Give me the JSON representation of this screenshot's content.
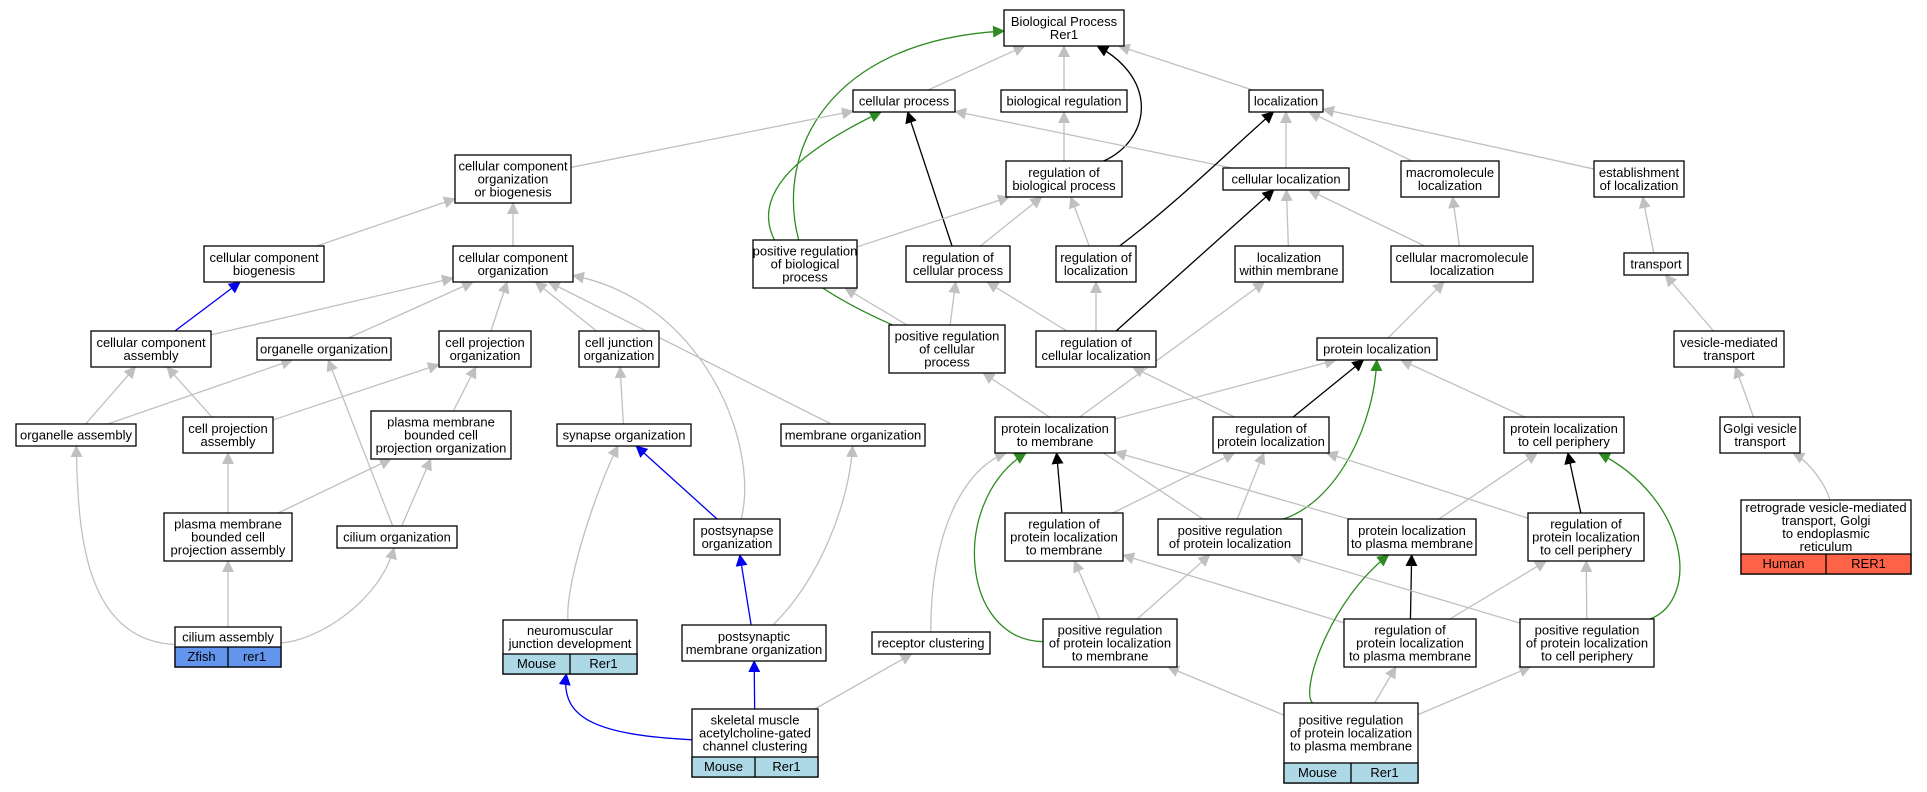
{
  "colors": {
    "edge_is_a": "#c0c0c0",
    "edge_regulates": "#000000",
    "edge_positive": "#2e8b22",
    "edge_part_of": "#0000ee",
    "zfish": "#6495ed",
    "mouse": "#add8e6",
    "human": "#ff6347"
  },
  "nodes": [
    {
      "id": "bp_root",
      "lines": [
        "Biological Process",
        "Rer1"
      ]
    },
    {
      "id": "cellular_process",
      "lines": [
        "cellular process"
      ]
    },
    {
      "id": "biological_regulation",
      "lines": [
        "biological regulation"
      ]
    },
    {
      "id": "localization",
      "lines": [
        "localization"
      ]
    },
    {
      "id": "cco_or_biogenesis",
      "lines": [
        "cellular component",
        "organization",
        "or biogenesis"
      ]
    },
    {
      "id": "regulation_bp",
      "lines": [
        "regulation of",
        "biological process"
      ]
    },
    {
      "id": "cellular_localization",
      "lines": [
        "cellular localization"
      ]
    },
    {
      "id": "macromolecule_localization",
      "lines": [
        "macromolecule",
        "localization"
      ]
    },
    {
      "id": "establishment_localization",
      "lines": [
        "establishment",
        "of localization"
      ]
    },
    {
      "id": "cc_biogenesis",
      "lines": [
        "cellular component",
        "biogenesis"
      ]
    },
    {
      "id": "cc_organization",
      "lines": [
        "cellular component",
        "organization"
      ]
    },
    {
      "id": "pos_reg_bp",
      "lines": [
        "positive regulation",
        "of biological",
        "process"
      ]
    },
    {
      "id": "reg_cellular_process",
      "lines": [
        "regulation of",
        "cellular process"
      ]
    },
    {
      "id": "reg_localization",
      "lines": [
        "regulation of",
        "localization"
      ]
    },
    {
      "id": "loc_within_membrane",
      "lines": [
        "localization",
        "within membrane"
      ]
    },
    {
      "id": "cellular_macromolecule_loc",
      "lines": [
        "cellular macromolecule",
        "localization"
      ]
    },
    {
      "id": "transport",
      "lines": [
        "transport"
      ]
    },
    {
      "id": "cc_assembly",
      "lines": [
        "cellular component",
        "assembly"
      ]
    },
    {
      "id": "organelle_organization",
      "lines": [
        "organelle organization"
      ]
    },
    {
      "id": "cell_projection_org",
      "lines": [
        "cell projection",
        "organization"
      ]
    },
    {
      "id": "cell_junction_org",
      "lines": [
        "cell junction",
        "organization"
      ]
    },
    {
      "id": "pos_reg_cellular_process",
      "lines": [
        "positive regulation",
        "of cellular",
        "process"
      ]
    },
    {
      "id": "reg_cellular_localization",
      "lines": [
        "regulation of",
        "cellular localization"
      ]
    },
    {
      "id": "protein_localization",
      "lines": [
        "protein localization"
      ]
    },
    {
      "id": "vesicle_mediated_transport",
      "lines": [
        "vesicle-mediated",
        "transport"
      ]
    },
    {
      "id": "organelle_assembly",
      "lines": [
        "organelle assembly"
      ]
    },
    {
      "id": "cell_projection_assembly",
      "lines": [
        "cell projection",
        "assembly"
      ]
    },
    {
      "id": "pm_bounded_cell_projection_org",
      "lines": [
        "plasma membrane",
        "bounded cell",
        "projection organization"
      ]
    },
    {
      "id": "synapse_organization",
      "lines": [
        "synapse organization"
      ]
    },
    {
      "id": "membrane_organization",
      "lines": [
        "membrane organization"
      ]
    },
    {
      "id": "protein_loc_to_membrane",
      "lines": [
        "protein localization",
        "to membrane"
      ]
    },
    {
      "id": "reg_protein_localization",
      "lines": [
        "regulation of",
        "protein localization"
      ]
    },
    {
      "id": "protein_loc_cell_periphery",
      "lines": [
        "protein localization",
        "to cell periphery"
      ]
    },
    {
      "id": "golgi_vesicle_transport",
      "lines": [
        "Golgi vesicle",
        "transport"
      ]
    },
    {
      "id": "pm_bounded_cell_projection_assembly",
      "lines": [
        "plasma membrane",
        "bounded cell",
        "projection assembly"
      ]
    },
    {
      "id": "cilium_organization",
      "lines": [
        "cilium organization"
      ]
    },
    {
      "id": "postsynapse_organization",
      "lines": [
        "postsynapse",
        "organization"
      ]
    },
    {
      "id": "reg_protein_loc_membrane",
      "lines": [
        "regulation of",
        "protein localization",
        "to membrane"
      ]
    },
    {
      "id": "pos_reg_protein_localization",
      "lines": [
        "positive regulation",
        "of protein localization"
      ]
    },
    {
      "id": "protein_loc_plasma_membrane",
      "lines": [
        "protein localization",
        "to plasma membrane"
      ]
    },
    {
      "id": "reg_protein_loc_cell_periphery",
      "lines": [
        "regulation of",
        "protein localization",
        "to cell periphery"
      ]
    },
    {
      "id": "retrograde_golgi_er",
      "lines": [
        "retrograde vesicle-mediated",
        "transport, Golgi",
        "to endoplasmic",
        "reticulum"
      ],
      "tags": [
        {
          "species": "Human",
          "gene": "RER1",
          "color": "#ff6347"
        }
      ]
    },
    {
      "id": "cilium_assembly",
      "lines": [
        "cilium assembly"
      ],
      "tags": [
        {
          "species": "Zfish",
          "gene": "rer1",
          "color": "#6495ed"
        }
      ]
    },
    {
      "id": "nmj_development",
      "lines": [
        "neuromuscular",
        "junction development"
      ],
      "tags": [
        {
          "species": "Mouse",
          "gene": "Rer1",
          "color": "#add8e6"
        }
      ]
    },
    {
      "id": "postsynaptic_membrane_org",
      "lines": [
        "postsynaptic",
        "membrane organization"
      ]
    },
    {
      "id": "receptor_clustering",
      "lines": [
        "receptor clustering"
      ]
    },
    {
      "id": "pos_reg_protein_loc_membrane",
      "lines": [
        "positive regulation",
        "of protein localization",
        "to membrane"
      ]
    },
    {
      "id": "reg_protein_loc_plasma_membrane",
      "lines": [
        "regulation of",
        "protein localization",
        "to plasma membrane"
      ]
    },
    {
      "id": "pos_reg_protein_loc_cell_periphery",
      "lines": [
        "positive regulation",
        "of protein localization",
        "to cell periphery"
      ]
    },
    {
      "id": "skeletal_muscle_achr_clustering",
      "lines": [
        "skeletal muscle",
        "acetylcholine-gated",
        "channel clustering"
      ],
      "tags": [
        {
          "species": "Mouse",
          "gene": "Rer1",
          "color": "#add8e6"
        }
      ]
    },
    {
      "id": "pos_reg_protein_loc_plasma_membrane",
      "lines": [
        "positive regulation",
        "of protein localization",
        "to plasma membrane"
      ],
      "tags": [
        {
          "species": "Mouse",
          "gene": "Rer1",
          "color": "#add8e6"
        }
      ]
    }
  ],
  "edges": [
    {
      "from": "cellular_process",
      "to": "bp_root",
      "type": "is_a"
    },
    {
      "from": "biological_regulation",
      "to": "bp_root",
      "type": "is_a"
    },
    {
      "from": "localization",
      "to": "bp_root",
      "type": "is_a"
    },
    {
      "from": "regulation_bp",
      "to": "bp_root",
      "type": "regulates"
    },
    {
      "from": "pos_reg_bp",
      "to": "bp_root",
      "type": "positive"
    },
    {
      "from": "cco_or_biogenesis",
      "to": "cellular_process",
      "type": "is_a"
    },
    {
      "from": "cellular_localization",
      "to": "cellular_process",
      "type": "is_a"
    },
    {
      "from": "reg_cellular_process",
      "to": "cellular_process",
      "type": "regulates"
    },
    {
      "from": "pos_reg_cellular_process",
      "to": "cellular_process",
      "type": "positive"
    },
    {
      "from": "regulation_bp",
      "to": "biological_regulation",
      "type": "is_a"
    },
    {
      "from": "cellular_localization",
      "to": "localization",
      "type": "is_a"
    },
    {
      "from": "macromolecule_localization",
      "to": "localization",
      "type": "is_a"
    },
    {
      "from": "establishment_localization",
      "to": "localization",
      "type": "is_a"
    },
    {
      "from": "reg_localization",
      "to": "localization",
      "type": "regulates"
    },
    {
      "from": "cc_organization",
      "to": "cco_or_biogenesis",
      "type": "is_a"
    },
    {
      "from": "cc_biogenesis",
      "to": "cco_or_biogenesis",
      "type": "is_a"
    },
    {
      "from": "pos_reg_bp",
      "to": "regulation_bp",
      "type": "is_a"
    },
    {
      "from": "reg_cellular_process",
      "to": "regulation_bp",
      "type": "is_a"
    },
    {
      "from": "reg_localization",
      "to": "regulation_bp",
      "type": "is_a"
    },
    {
      "from": "loc_within_membrane",
      "to": "cellular_localization",
      "type": "is_a"
    },
    {
      "from": "cellular_macromolecule_loc",
      "to": "cellular_localization",
      "type": "is_a"
    },
    {
      "from": "reg_cellular_localization",
      "to": "cellular_localization",
      "type": "regulates"
    },
    {
      "from": "cellular_macromolecule_loc",
      "to": "macromolecule_localization",
      "type": "is_a"
    },
    {
      "from": "transport",
      "to": "establishment_localization",
      "type": "is_a"
    },
    {
      "from": "cc_assembly",
      "to": "cc_biogenesis",
      "type": "part_of"
    },
    {
      "from": "cc_assembly",
      "to": "cc_organization",
      "type": "is_a"
    },
    {
      "from": "organelle_organization",
      "to": "cc_organization",
      "type": "is_a"
    },
    {
      "from": "cell_projection_org",
      "to": "cc_organization",
      "type": "is_a"
    },
    {
      "from": "cell_junction_org",
      "to": "cc_organization",
      "type": "is_a"
    },
    {
      "from": "membrane_organization",
      "to": "cc_organization",
      "type": "is_a"
    },
    {
      "from": "postsynapse_organization",
      "to": "cc_organization",
      "type": "is_a"
    },
    {
      "from": "pos_reg_cellular_process",
      "to": "pos_reg_bp",
      "type": "is_a"
    },
    {
      "from": "pos_reg_cellular_process",
      "to": "reg_cellular_process",
      "type": "is_a"
    },
    {
      "from": "reg_cellular_localization",
      "to": "reg_cellular_process",
      "type": "is_a"
    },
    {
      "from": "reg_cellular_localization",
      "to": "reg_localization",
      "type": "is_a"
    },
    {
      "from": "protein_loc_to_membrane",
      "to": "loc_within_membrane",
      "type": "is_a"
    },
    {
      "from": "protein_localization",
      "to": "cellular_macromolecule_loc",
      "type": "is_a"
    },
    {
      "from": "vesicle_mediated_transport",
      "to": "transport",
      "type": "is_a"
    },
    {
      "from": "organelle_assembly",
      "to": "cc_assembly",
      "type": "is_a"
    },
    {
      "from": "cell_projection_assembly",
      "to": "cc_assembly",
      "type": "is_a"
    },
    {
      "from": "organelle_assembly",
      "to": "organelle_organization",
      "type": "is_a"
    },
    {
      "from": "cilium_organization",
      "to": "organelle_organization",
      "type": "is_a"
    },
    {
      "from": "cell_projection_assembly",
      "to": "cell_projection_org",
      "type": "is_a"
    },
    {
      "from": "pm_bounded_cell_projection_org",
      "to": "cell_projection_org",
      "type": "is_a"
    },
    {
      "from": "synapse_organization",
      "to": "cell_junction_org",
      "type": "is_a"
    },
    {
      "from": "pos_reg_protein_localization",
      "to": "pos_reg_cellular_process",
      "type": "is_a"
    },
    {
      "from": "reg_protein_localization",
      "to": "reg_cellular_localization",
      "type": "is_a"
    },
    {
      "from": "protein_loc_to_membrane",
      "to": "protein_localization",
      "type": "is_a"
    },
    {
      "from": "protein_loc_cell_periphery",
      "to": "protein_localization",
      "type": "is_a"
    },
    {
      "from": "reg_protein_localization",
      "to": "protein_localization",
      "type": "regulates"
    },
    {
      "from": "pos_reg_protein_localization",
      "to": "protein_localization",
      "type": "positive"
    },
    {
      "from": "golgi_vesicle_transport",
      "to": "vesicle_mediated_transport",
      "type": "is_a"
    },
    {
      "from": "pm_bounded_cell_projection_assembly",
      "to": "cell_projection_assembly",
      "type": "is_a"
    },
    {
      "from": "pm_bounded_cell_projection_assembly",
      "to": "pm_bounded_cell_projection_org",
      "type": "is_a"
    },
    {
      "from": "cilium_organization",
      "to": "pm_bounded_cell_projection_org",
      "type": "is_a"
    },
    {
      "from": "postsynapse_organization",
      "to": "synapse_organization",
      "type": "part_of"
    },
    {
      "from": "nmj_development",
      "to": "synapse_organization",
      "type": "is_a"
    },
    {
      "from": "postsynaptic_membrane_org",
      "to": "membrane_organization",
      "type": "is_a"
    },
    {
      "from": "reg_protein_loc_membrane",
      "to": "protein_loc_to_membrane",
      "type": "regulates"
    },
    {
      "from": "pos_reg_protein_loc_membrane",
      "to": "protein_loc_to_membrane",
      "type": "positive"
    },
    {
      "from": "protein_loc_plasma_membrane",
      "to": "protein_loc_to_membrane",
      "type": "is_a"
    },
    {
      "from": "receptor_clustering",
      "to": "protein_loc_to_membrane",
      "type": "is_a"
    },
    {
      "from": "reg_protein_loc_membrane",
      "to": "reg_protein_localization",
      "type": "is_a"
    },
    {
      "from": "pos_reg_protein_localization",
      "to": "reg_protein_localization",
      "type": "is_a"
    },
    {
      "from": "reg_protein_loc_cell_periphery",
      "to": "reg_protein_localization",
      "type": "is_a"
    },
    {
      "from": "protein_loc_plasma_membrane",
      "to": "protein_loc_cell_periphery",
      "type": "is_a"
    },
    {
      "from": "reg_protein_loc_cell_periphery",
      "to": "protein_loc_cell_periphery",
      "type": "regulates"
    },
    {
      "from": "pos_reg_protein_loc_cell_periphery",
      "to": "protein_loc_cell_periphery",
      "type": "positive"
    },
    {
      "from": "retrograde_golgi_er",
      "to": "golgi_vesicle_transport",
      "type": "is_a"
    },
    {
      "from": "cilium_assembly",
      "to": "pm_bounded_cell_projection_assembly",
      "type": "is_a"
    },
    {
      "from": "cilium_assembly",
      "to": "cilium_organization",
      "type": "is_a"
    },
    {
      "from": "cilium_assembly",
      "to": "organelle_assembly",
      "type": "is_a"
    },
    {
      "from": "postsynaptic_membrane_org",
      "to": "postsynapse_organization",
      "type": "part_of"
    },
    {
      "from": "pos_reg_protein_loc_membrane",
      "to": "reg_protein_loc_membrane",
      "type": "is_a"
    },
    {
      "from": "pos_reg_protein_loc_membrane",
      "to": "pos_reg_protein_localization",
      "type": "is_a"
    },
    {
      "from": "reg_protein_loc_plasma_membrane",
      "to": "reg_protein_loc_membrane",
      "type": "is_a"
    },
    {
      "from": "reg_protein_loc_plasma_membrane",
      "to": "protein_loc_plasma_membrane",
      "type": "regulates"
    },
    {
      "from": "reg_protein_loc_plasma_membrane",
      "to": "reg_protein_loc_cell_periphery",
      "type": "is_a"
    },
    {
      "from": "pos_reg_protein_loc_cell_periphery",
      "to": "reg_protein_loc_cell_periphery",
      "type": "is_a"
    },
    {
      "from": "pos_reg_protein_loc_cell_periphery",
      "to": "pos_reg_protein_localization",
      "type": "is_a"
    },
    {
      "from": "skeletal_muscle_achr_clustering",
      "to": "postsynaptic_membrane_org",
      "type": "part_of"
    },
    {
      "from": "skeletal_muscle_achr_clustering",
      "to": "nmj_development",
      "type": "part_of"
    },
    {
      "from": "skeletal_muscle_achr_clustering",
      "to": "receptor_clustering",
      "type": "is_a"
    },
    {
      "from": "pos_reg_protein_loc_plasma_membrane",
      "to": "pos_reg_protein_loc_membrane",
      "type": "is_a"
    },
    {
      "from": "pos_reg_protein_loc_plasma_membrane",
      "to": "reg_protein_loc_plasma_membrane",
      "type": "is_a"
    },
    {
      "from": "pos_reg_protein_loc_plasma_membrane",
      "to": "pos_reg_protein_loc_cell_periphery",
      "type": "is_a"
    },
    {
      "from": "pos_reg_protein_loc_plasma_membrane",
      "to": "protein_loc_plasma_membrane",
      "type": "positive"
    }
  ]
}
